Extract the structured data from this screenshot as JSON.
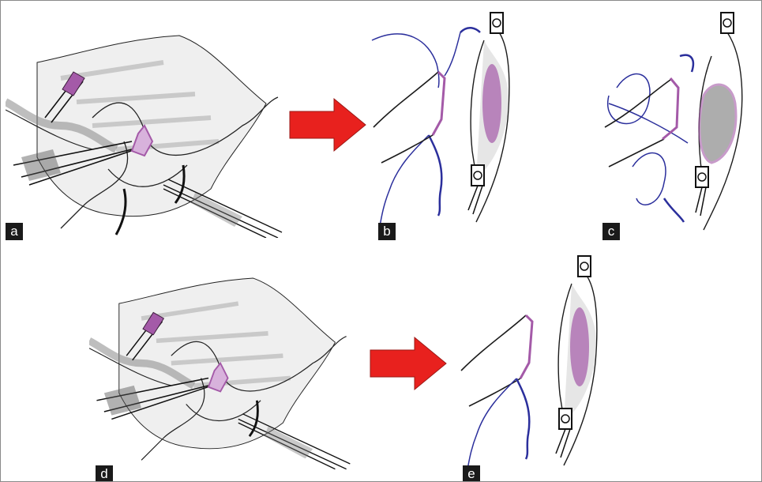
{
  "figure": {
    "panels": [
      {
        "id": "a",
        "label": "a",
        "type": "forceps-view"
      },
      {
        "id": "b",
        "label": "b",
        "type": "flap-view"
      },
      {
        "id": "c",
        "label": "c",
        "type": "flap-view-sutured"
      },
      {
        "id": "d",
        "label": "d",
        "type": "forceps-view"
      },
      {
        "id": "e",
        "label": "e",
        "type": "flap-view"
      }
    ],
    "colors": {
      "arrow": "#e8211e",
      "suture": "#2b2f9c",
      "tissue_highlight": "#a45aa8",
      "ink": "#1b1b1b",
      "shading": "#9a9a9a"
    }
  }
}
